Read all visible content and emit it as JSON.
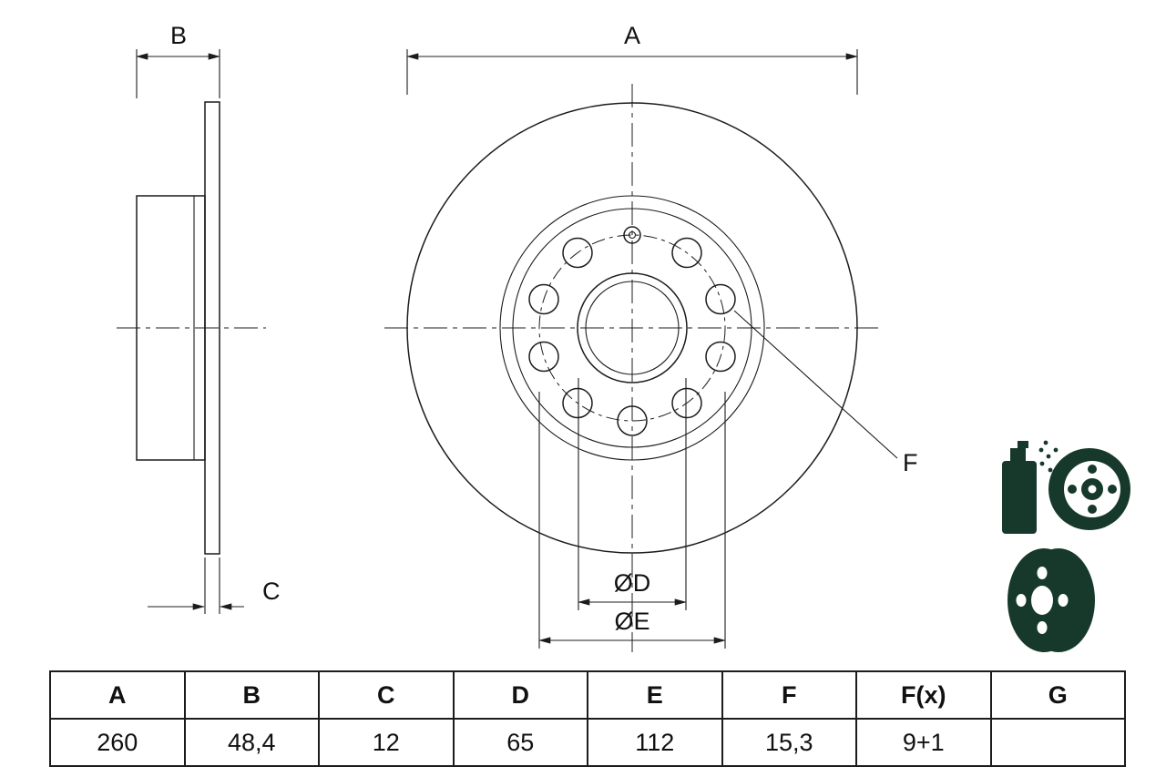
{
  "drawing": {
    "labels": {
      "a": "A",
      "b": "B",
      "c": "C",
      "d": "ØD",
      "e": "ØE",
      "f": "F"
    }
  },
  "icons": {
    "color": "#16392B"
  },
  "table": {
    "headers": [
      "A",
      "B",
      "C",
      "D",
      "E",
      "F",
      "F(x)",
      "G"
    ],
    "values": [
      "260",
      "48,4",
      "12",
      "65",
      "112",
      "15,3",
      "9+1",
      ""
    ]
  }
}
